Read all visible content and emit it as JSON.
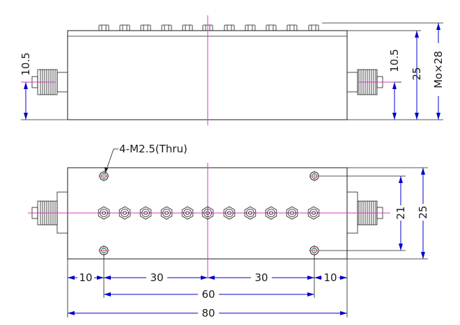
{
  "dimensions": {
    "side_conn_left_height": "10.5",
    "side_conn_right_height": "10.5",
    "side_height": "25",
    "side_thread": "Mo×28",
    "top_width": "25",
    "top_hole_spacing": "21",
    "bottom_left_offset": "10",
    "bottom_left_half": "30",
    "bottom_right_half": "30",
    "bottom_right_offset": "10",
    "hole_spacing": "60",
    "overall_length": "80"
  },
  "callout": {
    "mount_holes": "4-M2.5(Thru)"
  },
  "colors": {
    "dimension_lines": "#0000cc",
    "centerlines": "#d23cb4",
    "hole_highlight": "#2e9e2e",
    "outline": "#1a1a1a"
  }
}
